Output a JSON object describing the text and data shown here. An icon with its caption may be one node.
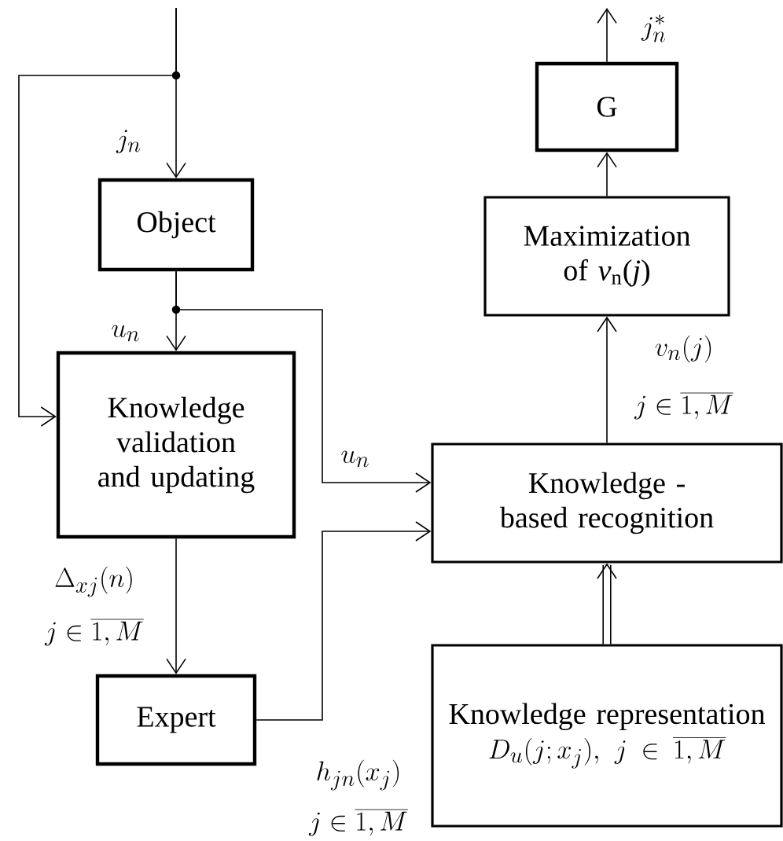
{
  "diagram": {
    "nodes": [
      {
        "text": [
          "Object"
        ]
      },
      {
        "text": [
          "Knowledge validation and updating"
        ]
      },
      {
        "text": [
          "Expert"
        ]
      },
      {
        "text": [
          "G"
        ]
      },
      {
        "text": [
          "Maximization of *v*$_{n}$(*j*)"
        ]
      },
      {
        "text": [
          "Knowledge - based recognition"
        ]
      },
      {
        "text": [
          "Knowledge representation",
          "D_u(j;x_j),\\ j\\in\\overline{1,M}"
        ]
      }
    ],
    "edges": [
      {
        "from": null,
        "to": 0,
        "arrow": "to",
        "label": "j_n"
      },
      {
        "from": null,
        "to": 1,
        "arrow": "to"
      },
      {
        "from": 0,
        "to": 1,
        "arrow": "to",
        "label": "u_n"
      },
      {
        "from": 0,
        "to": 5,
        "arrow": "to",
        "label": "u_n"
      },
      {
        "from": 1,
        "to": 2,
        "arrow": "to",
        "label": "\\Delta_{xj}(n)"
      },
      {
        "from": 2,
        "to": 5,
        "arrow": "to",
        "label": "h_{jn}(x_j)"
      },
      {
        "from": 6,
        "to": 5,
        "arrow": "to",
        "style": "thick"
      },
      {
        "from": 5,
        "to": 4,
        "arrow": "to",
        "label": "v_n(j)"
      },
      {
        "from": 4,
        "to": 3,
        "arrow": "to"
      },
      {
        "from": 3,
        "to": null,
        "arrow": "to",
        "label": "j_n^*"
      }
    ],
    "labels": [
      "j\\in\\overline{1,M}",
      "j\\in\\overline{1,M}",
      "j\\in\\overline{1,M}"
    ]
  }
}
